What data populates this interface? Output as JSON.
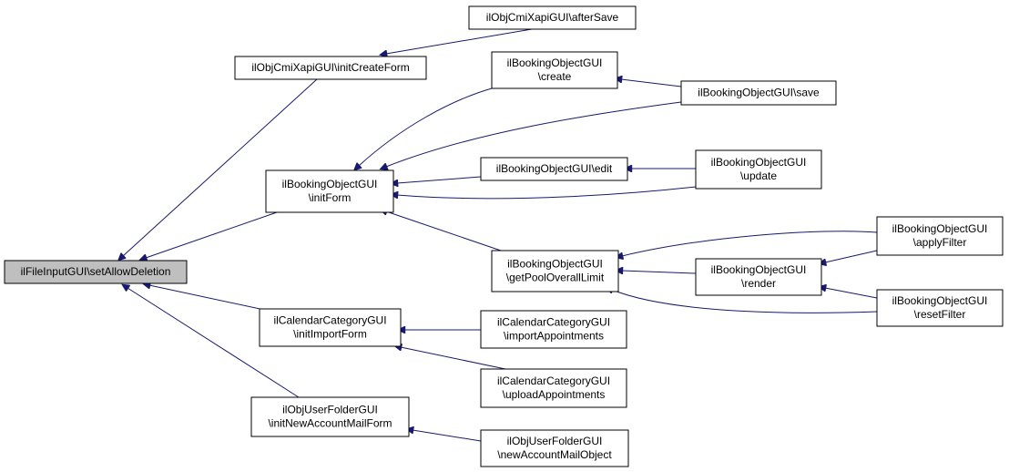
{
  "diagram": {
    "edge_color": "#191970",
    "root_fill": "#bfbfbf",
    "nodes": [
      {
        "id": "root",
        "lines": [
          "ilFileInputGUI\\setAllowDeletion"
        ],
        "root": true
      },
      {
        "id": "cmi_initCreateForm",
        "lines": [
          "ilObjCmiXapiGUI\\initCreateForm"
        ]
      },
      {
        "id": "cmi_afterSave",
        "lines": [
          "ilObjCmiXapiGUI\\afterSave"
        ]
      },
      {
        "id": "book_initForm",
        "lines": [
          "ilBookingObjectGUI",
          "\\initForm"
        ]
      },
      {
        "id": "book_create",
        "lines": [
          "ilBookingObjectGUI",
          "\\create"
        ]
      },
      {
        "id": "book_save",
        "lines": [
          "ilBookingObjectGUI\\save"
        ]
      },
      {
        "id": "book_edit",
        "lines": [
          "ilBookingObjectGUI\\edit"
        ]
      },
      {
        "id": "book_update",
        "lines": [
          "ilBookingObjectGUI",
          "\\update"
        ]
      },
      {
        "id": "book_getPool",
        "lines": [
          "ilBookingObjectGUI",
          "\\getPoolOverallLimit"
        ]
      },
      {
        "id": "book_render",
        "lines": [
          "ilBookingObjectGUI",
          "\\render"
        ]
      },
      {
        "id": "book_applyFilter",
        "lines": [
          "ilBookingObjectGUI",
          "\\applyFilter"
        ]
      },
      {
        "id": "book_resetFilter",
        "lines": [
          "ilBookingObjectGUI",
          "\\resetFilter"
        ]
      },
      {
        "id": "cal_initImportForm",
        "lines": [
          "ilCalendarCategoryGUI",
          "\\initImportForm"
        ]
      },
      {
        "id": "cal_importAppointments",
        "lines": [
          "ilCalendarCategoryGUI",
          "\\importAppointments"
        ]
      },
      {
        "id": "cal_uploadAppointments",
        "lines": [
          "ilCalendarCategoryGUI",
          "\\uploadAppointments"
        ]
      },
      {
        "id": "uf_initNewAccountMailForm",
        "lines": [
          "ilObjUserFolderGUI",
          "\\initNewAccountMailForm"
        ]
      },
      {
        "id": "uf_newAccountMailObject",
        "lines": [
          "ilObjUserFolderGUI",
          "\\newAccountMailObject"
        ]
      }
    ],
    "edges": [
      {
        "from": "cmi_initCreateForm",
        "to": "root"
      },
      {
        "from": "book_initForm",
        "to": "root"
      },
      {
        "from": "cal_initImportForm",
        "to": "root"
      },
      {
        "from": "uf_initNewAccountMailForm",
        "to": "root"
      },
      {
        "from": "cmi_afterSave",
        "to": "cmi_initCreateForm"
      },
      {
        "from": "book_create",
        "to": "book_initForm"
      },
      {
        "from": "book_save",
        "to": "book_initForm"
      },
      {
        "from": "book_edit",
        "to": "book_initForm"
      },
      {
        "from": "book_update",
        "to": "book_initForm"
      },
      {
        "from": "book_getPool",
        "to": "book_initForm"
      },
      {
        "from": "book_save",
        "to": "book_create"
      },
      {
        "from": "book_update",
        "to": "book_edit"
      },
      {
        "from": "book_applyFilter",
        "to": "book_getPool"
      },
      {
        "from": "book_render",
        "to": "book_getPool"
      },
      {
        "from": "book_resetFilter",
        "to": "book_getPool"
      },
      {
        "from": "book_applyFilter",
        "to": "book_render"
      },
      {
        "from": "book_resetFilter",
        "to": "book_render"
      },
      {
        "from": "cal_importAppointments",
        "to": "cal_initImportForm"
      },
      {
        "from": "cal_uploadAppointments",
        "to": "cal_initImportForm"
      },
      {
        "from": "uf_newAccountMailObject",
        "to": "uf_initNewAccountMailForm"
      }
    ]
  }
}
